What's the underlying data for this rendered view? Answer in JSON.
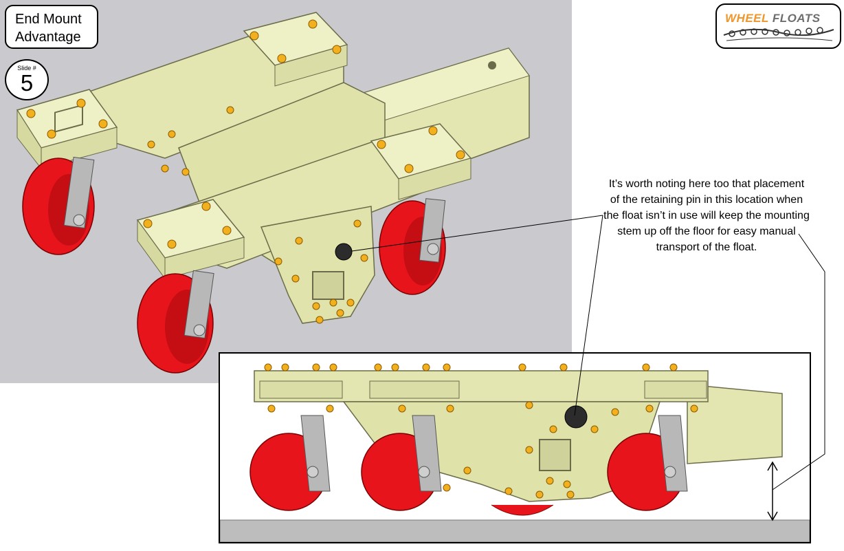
{
  "slide": {
    "title_line1": "End Mount",
    "title_line2": "Advantage",
    "slide_label": "Slide #",
    "slide_number": "5"
  },
  "logo": {
    "part1": "WHEEL",
    "part2": "FLOATS"
  },
  "note": "It’s worth noting here too that placement of the retaining pin in this location when the float isn’t in use will keep the mounting stem up off the floor for easy manual transport of the float.",
  "colors": {
    "frame": "#e6e8b4",
    "wheel": "#e8141c",
    "bolt": "#f2b01e",
    "background": "#c9c9ce",
    "floor": "#bdbdbd"
  }
}
